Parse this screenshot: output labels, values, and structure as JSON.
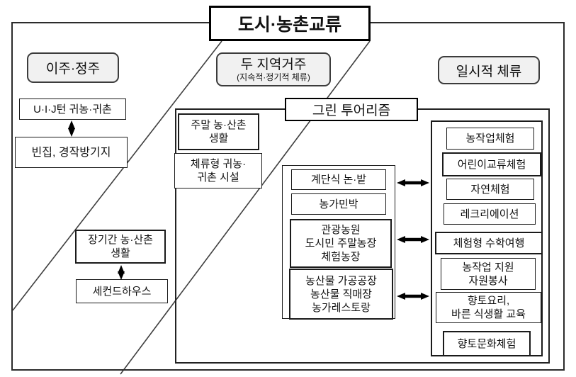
{
  "title": "도시·농촌교류",
  "headers": {
    "migration": "이주·정주",
    "dual": "두 지역거주",
    "dual_sub": "(지속적·정기적 체류)",
    "temporary": "일시적 체류"
  },
  "migration_column": {
    "uij_turn": "U·I·J턴 귀농·귀촌",
    "vacant_house": "빈집, 경작방기지",
    "longterm": [
      "장기간 농·산촌",
      "생활"
    ],
    "second_house": "세컨드하우스"
  },
  "dual_column": {
    "weekend": [
      "주말 농·산촌",
      "생활"
    ],
    "stay_facility": [
      "체류형 귀농·",
      "귀촌 시설"
    ]
  },
  "green_tourism": "그린 투어리즘",
  "rural_resources": [
    {
      "lines": [
        "계단식 논·밭"
      ]
    },
    {
      "lines": [
        "농가민박"
      ]
    },
    {
      "lines": [
        "관광농원",
        "도시민 주말농장",
        "체험농장"
      ]
    },
    {
      "lines": [
        "농산물 가공공장",
        "농산물 직매장",
        "농가레스토랑"
      ]
    }
  ],
  "experience_programs": [
    {
      "lines": [
        "농작업체험"
      ]
    },
    {
      "lines": [
        "어린이교류체험"
      ]
    },
    {
      "lines": [
        "자연체험"
      ]
    },
    {
      "lines": [
        "레크리에이션"
      ]
    },
    {
      "lines": [
        "체험형 수학여행"
      ]
    },
    {
      "lines": [
        "농작업 지원",
        "자원봉사"
      ]
    },
    {
      "lines": [
        "향토요리,",
        "바른 식생활 교육"
      ]
    },
    {
      "lines": [
        "향토문화체험"
      ]
    }
  ],
  "colors": {
    "background": "#ffffff",
    "box_border": "#1a1a1a",
    "header_fill": "#f1f1f1",
    "divider_line": "#3f3f3f",
    "arrow": "#000000"
  }
}
